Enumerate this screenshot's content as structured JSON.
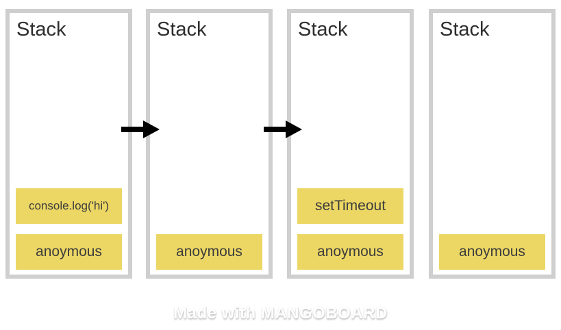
{
  "colors": {
    "box_border": "#cfcfcf",
    "block_fill": "#ecd765",
    "title_text": "#2e2e2e",
    "block_text": "#3c3c3c",
    "arrow": "#000000",
    "watermark": "#ffffff"
  },
  "stacks": [
    {
      "title": "Stack",
      "frames": [
        "console.log('hi')",
        "anoymous"
      ]
    },
    {
      "title": "Stack",
      "frames": [
        "anoymous"
      ]
    },
    {
      "title": "Stack",
      "frames": [
        "setTimeout",
        "anoymous"
      ]
    },
    {
      "title": "Stack",
      "frames": [
        "anoymous"
      ]
    }
  ],
  "arrows": [
    {
      "icon": "arrow-right-icon",
      "from": "stack-1",
      "to": "stack-2"
    },
    {
      "icon": "arrow-right-icon",
      "from": "stack-2",
      "to": "stack-3"
    }
  ],
  "watermark": {
    "text": "Made with MANGOBOARD"
  }
}
